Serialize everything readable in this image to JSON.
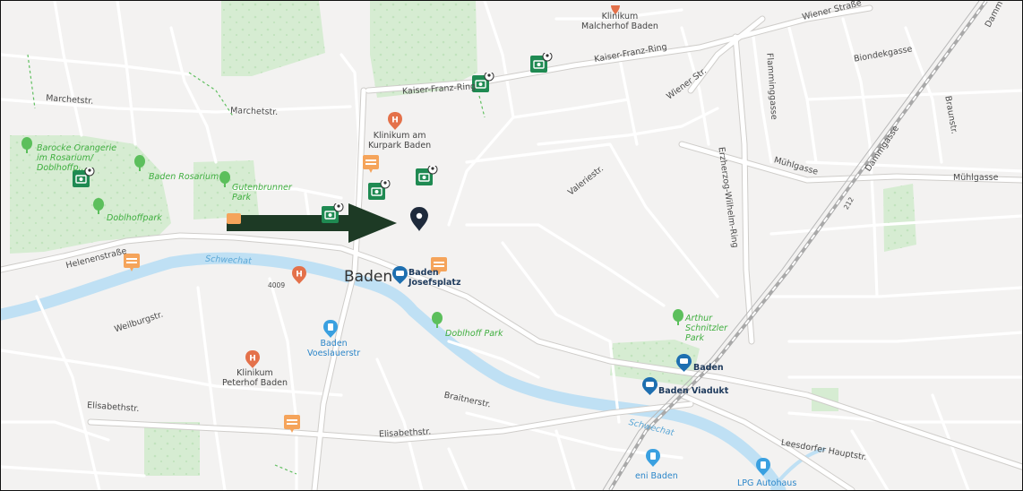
{
  "city": "Baden",
  "streets": {
    "marchetstr_w": "Marchetstr.",
    "marchetstr_e": "Marchetstr.",
    "kaiser_franz_ring_w": "Kaiser-Franz-Ring",
    "kaiser_franz_ring_e": "Kaiser-Franz-Ring",
    "wiener_strasse": "Wiener Straße",
    "wiener_str": "Wiener Str.",
    "flamminggasse": "Flamminggasse",
    "biondekgasse": "Biondekgasse",
    "braunstr": "Braunstr.",
    "dammgasse_top": "Damm",
    "dammgasse": "Dammgasse",
    "muehlgasse_1": "Mühlgasse",
    "muehlgasse_2": "Mühlgasse",
    "erzherzog": "Erzherzog-Wilhelm-Ring",
    "valeriestr": "Valeriestr.",
    "helenenstrasse": "Helenenstraße",
    "weilburgstr": "Weilburgstr.",
    "elisabethstr_w": "Elisabethstr.",
    "elisabethstr_e": "Elisabethstr.",
    "braitnerstr": "Braitnerstr.",
    "leesdorfer": "Leesdorfer Hauptstr.",
    "road_4009": "4009",
    "road_212": "212"
  },
  "water": {
    "schwechat_w": "Schwechat",
    "schwechat_e": "Schwechat"
  },
  "pois": {
    "klinikum_malcherhof": "Klinikum\nMalcherhof Baden",
    "klinikum_kurpark": "Klinikum am\nKurpark Baden",
    "klinikum_peterhof": "Klinikum\nPeterhof Baden",
    "orangerie": "Barocke Orangerie\nim Rosarium/\nDoblhoffp...",
    "rosarium": "Baden Rosarium",
    "gutenbrunner": "Gutenbrunner\nPark",
    "doblhoffpark_w": "Doblhoffpark",
    "doblhoff_park": "Doblhoff Park",
    "arthur": "Arthur\nSchnitzler\nPark",
    "josefsplatz": "Baden\nJosefsplatz",
    "baden_station": "Baden",
    "baden_viadukt": "Baden Viadukt",
    "voeslauerstr": "Baden\nVoeslauerstr",
    "eni": "eni Baden",
    "lpg": "LPG Autohaus"
  },
  "colors": {
    "map_bg": "#f3f2f1",
    "park": "#d6ecd2",
    "river": "#bfe0f4",
    "road": "#ffffff",
    "road_casing": "#cfcdca",
    "camera_marker": "#1f8a52",
    "hospital_marker": "#e4714a",
    "hotel_marker": "#f5a45b",
    "transit_marker": "#1e6fb0",
    "location_pin": "#1e2a3b",
    "arrow": "#1d3a25"
  },
  "icons": {
    "camera": "camera-marker-icon",
    "hospital": "hospital-h-icon",
    "hotel": "hotel-bed-icon",
    "park": "tree-icon",
    "transit": "train-icon",
    "fuel": "fuel-pump-icon",
    "pin": "location-pin-icon",
    "arrow": "arrow-right-icon"
  }
}
